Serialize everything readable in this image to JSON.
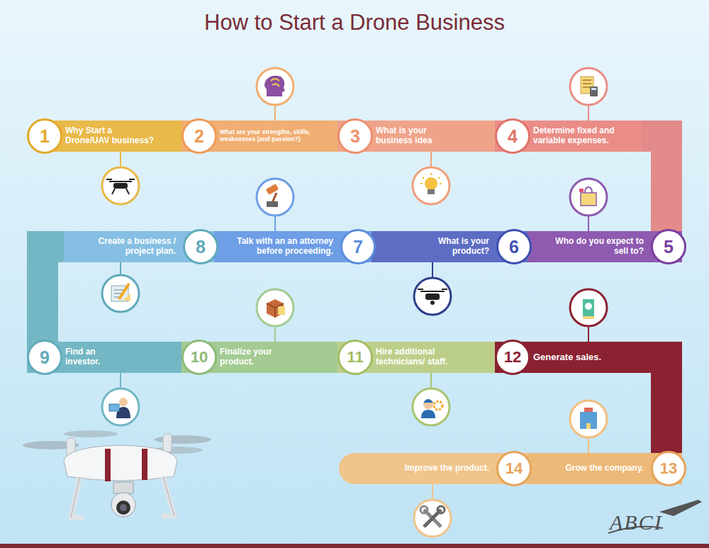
{
  "diagram": {
    "title": "How to Start a Drone Business",
    "nodes": [
      {
        "text": [
          "1",
          "Why Start a Drone/UAV business?"
        ]
      },
      {
        "text": [
          "2",
          "What are your strengths, skills, weaknesses (and passion?)"
        ]
      },
      {
        "text": [
          "3",
          "What is your business idea"
        ]
      },
      {
        "text": [
          "4",
          "Determine fixed and variable expenses."
        ]
      },
      {
        "text": [
          "5",
          "Who do you expect to sell to?"
        ]
      },
      {
        "text": [
          "6",
          "What is your product?"
        ]
      },
      {
        "text": [
          "7",
          "Talk with an an attorney before proceeding."
        ]
      },
      {
        "text": [
          "8",
          "Create a business / project plan."
        ]
      },
      {
        "text": [
          "9",
          "Find an investor."
        ]
      },
      {
        "text": [
          "10",
          "Finalize your product."
        ]
      },
      {
        "text": [
          "11",
          "Hire additional technicians/ staff."
        ]
      },
      {
        "text": [
          "12",
          "Generate sales."
        ]
      },
      {
        "text": [
          "13",
          "Grow the company."
        ]
      },
      {
        "text": [
          "14",
          "Improve the product."
        ]
      }
    ],
    "edges": [
      {
        "from": 0,
        "to": 1,
        "arrow": "none"
      },
      {
        "from": 1,
        "to": 2,
        "arrow": "none"
      },
      {
        "from": 2,
        "to": 3,
        "arrow": "none"
      },
      {
        "from": 3,
        "to": 4,
        "arrow": "none"
      },
      {
        "from": 4,
        "to": 5,
        "arrow": "none"
      },
      {
        "from": 5,
        "to": 6,
        "arrow": "none"
      },
      {
        "from": 6,
        "to": 7,
        "arrow": "none"
      },
      {
        "from": 7,
        "to": 8,
        "arrow": "none"
      },
      {
        "from": 8,
        "to": 9,
        "arrow": "none"
      },
      {
        "from": 9,
        "to": 10,
        "arrow": "none"
      },
      {
        "from": 10,
        "to": 11,
        "arrow": "none"
      },
      {
        "from": 11,
        "to": 12,
        "arrow": "none"
      },
      {
        "from": 12,
        "to": 13,
        "arrow": "none"
      }
    ],
    "labels": [
      "ABCI"
    ]
  }
}
